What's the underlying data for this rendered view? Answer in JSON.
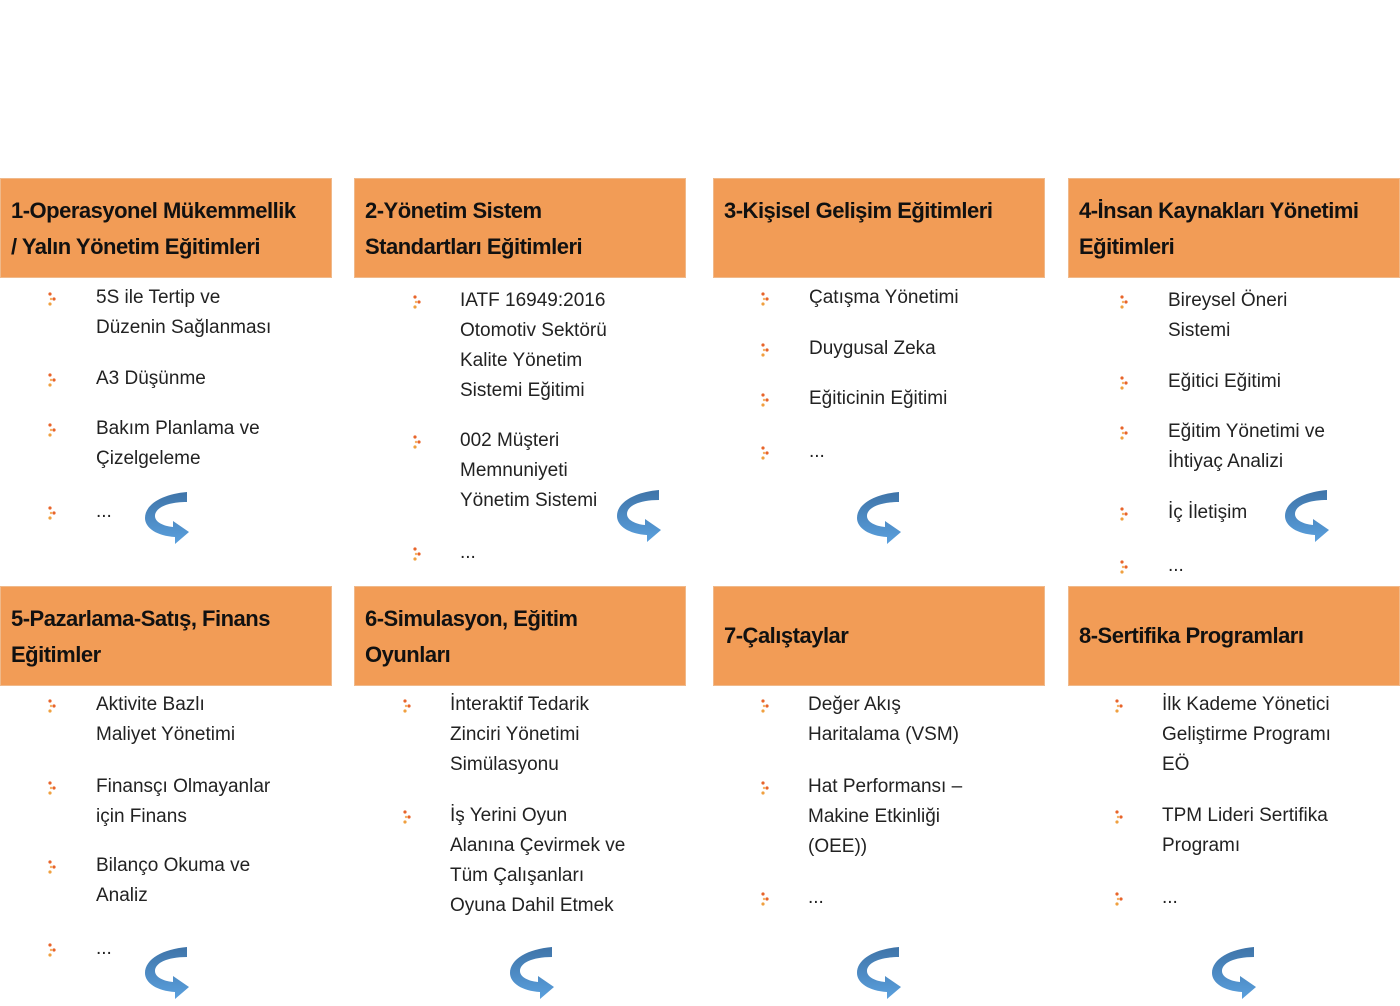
{
  "accent_color": "#f29c56",
  "bullet_color": "#e8642a",
  "arrow_color": "#4f8fca",
  "cards": [
    {
      "title_lines": [
        "1-Operasyonel Mükemmellik",
        "/ Yalın Yönetim Eğitimleri"
      ],
      "items": [
        [
          "5S ile Tertip ve",
          "Düzenin Sağlanması"
        ],
        [
          "A3 Düşünme"
        ],
        [
          "Bakım Planlama ve",
          "Çizelgeleme"
        ],
        [
          "..."
        ]
      ]
    },
    {
      "title_lines": [
        "2-Yönetim Sistem",
        "Standartları Eğitimleri"
      ],
      "items": [
        [
          "IATF 16949:2016",
          "Otomotiv Sektörü",
          "Kalite Yönetim",
          "Sistemi Eğitimi"
        ],
        [
          "002 Müşteri",
          "Memnuniyeti",
          "Yönetim Sistemi"
        ],
        [
          "..."
        ]
      ]
    },
    {
      "title_lines": [
        "3-Kişisel Gelişim Eğitimleri"
      ],
      "items": [
        [
          "Çatışma Yönetimi"
        ],
        [
          "Duygusal Zeka"
        ],
        [
          "Eğiticinin Eğitimi"
        ],
        [
          "..."
        ]
      ]
    },
    {
      "title_lines": [
        "4-İnsan Kaynakları Yönetimi",
        "Eğitimleri"
      ],
      "items": [
        [
          "Bireysel Öneri",
          "Sistemi"
        ],
        [
          "Eğitici Eğitimi"
        ],
        [
          "Eğitim Yönetimi ve",
          "İhtiyaç Analizi"
        ],
        [
          "İç İletişim"
        ],
        [
          "..."
        ]
      ]
    },
    {
      "title_lines": [
        "5-Pazarlama-Satış, Finans",
        "Eğitimler"
      ],
      "items": [
        [
          "Aktivite Bazlı",
          "Maliyet Yönetimi"
        ],
        [
          "Finansçı Olmayanlar",
          "için Finans"
        ],
        [
          "Bilanço Okuma ve",
          "Analiz"
        ],
        [
          "..."
        ]
      ]
    },
    {
      "title_lines": [
        "6-Simulasyon, Eğitim",
        "Oyunları"
      ],
      "items": [
        [
          "İnteraktif Tedarik",
          "Zinciri Yönetimi",
          "Simülasyonu"
        ],
        [
          "İş Yerini Oyun",
          "Alanına Çevirmek ve",
          "Tüm Çalışanları",
          "Oyuna Dahil Etmek"
        ]
      ]
    },
    {
      "title_lines": [
        "7-Çalıştaylar"
      ],
      "items": [
        [
          "Değer Akış",
          "Haritalama (VSM)"
        ],
        [
          "Hat Performansı –",
          "Makine Etkinliği",
          "(OEE))"
        ],
        [
          "..."
        ]
      ]
    },
    {
      "title_lines": [
        "8-Sertifika Programları"
      ],
      "items": [
        [
          "İlk Kademe Yönetici",
          "Geliştirme Programı",
          "EÖ"
        ],
        [
          "TPM Lideri Sertifika",
          "Programı"
        ],
        [
          "..."
        ]
      ]
    }
  ]
}
